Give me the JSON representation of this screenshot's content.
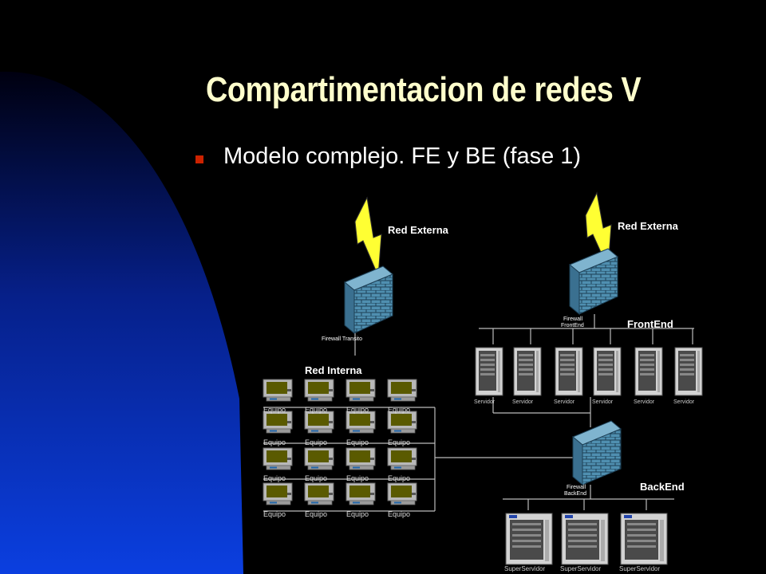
{
  "slide": {
    "title": "Compartimentacion de redes V",
    "bullet": "Modelo complejo. FE y BE (fase 1)"
  },
  "diagram": {
    "red_externa_1": "Red Externa",
    "red_externa_2": "Red Externa",
    "firewall_transito": "Firewall Transito",
    "firewall_frontend_line1": "Firewall",
    "firewall_frontend_line2": "FrontEnd",
    "frontend": "FrontEnd",
    "red_interna": "Red Interna",
    "firewall_backend_line1": "Firewall",
    "firewall_backend_line2": "BackEnd",
    "backend": "BackEnd",
    "equipo_label": "Equipo",
    "servidor_label": "Servidor",
    "superservidor_label": "SuperServidor"
  },
  "colors": {
    "background": "#000000",
    "blue_shape": "#0b3bd0",
    "title": "#ffffcc",
    "bullet": "#cc2200",
    "lightning": "#ffff33",
    "firewall": "#4f8fb0"
  }
}
